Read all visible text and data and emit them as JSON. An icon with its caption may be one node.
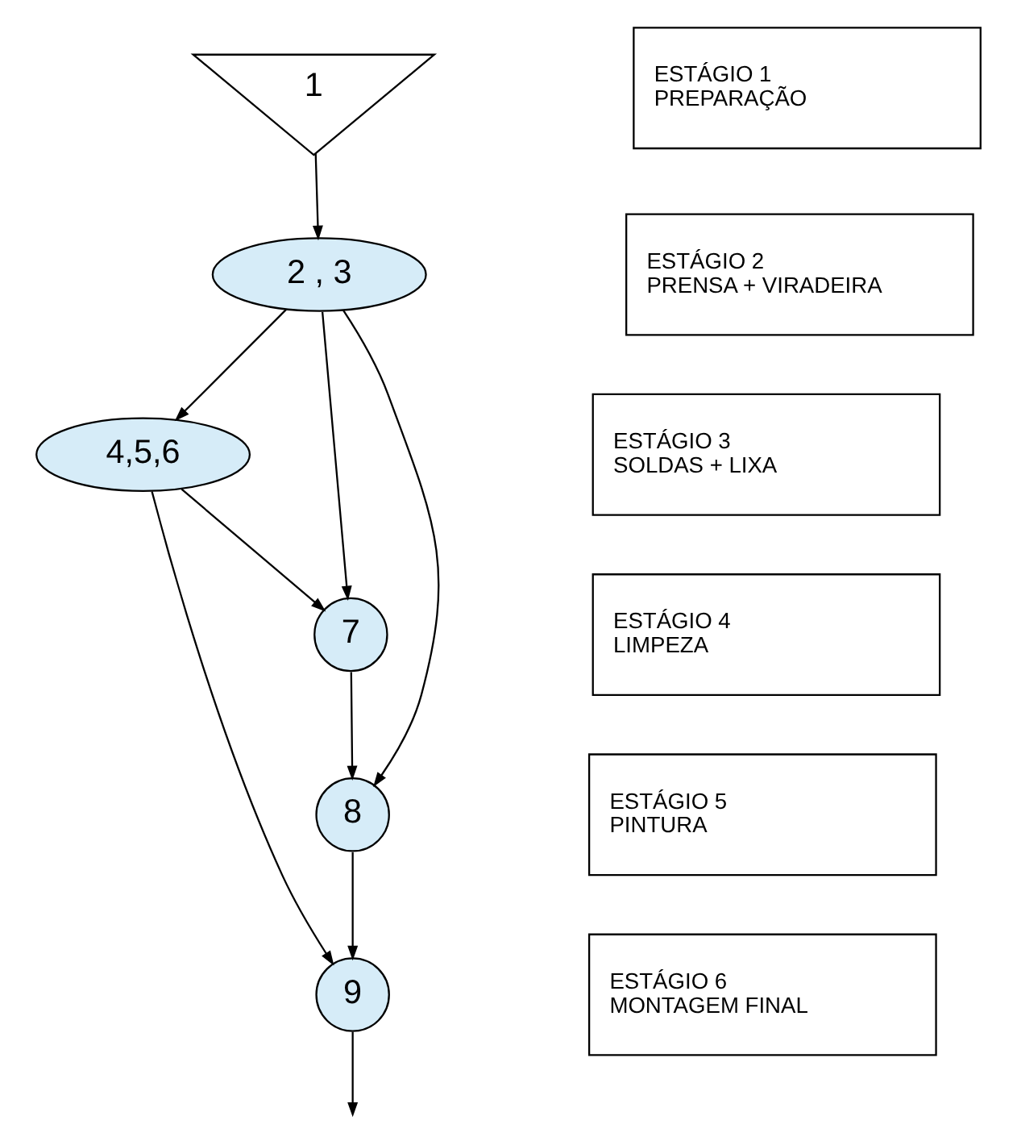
{
  "diagram": {
    "nodes": [
      {
        "text": [
          "1"
        ]
      },
      {
        "text": [
          "ESTÁGIO 1",
          "PREPARAÇÃO"
        ]
      },
      {
        "text": [
          "2 , 3"
        ]
      },
      {
        "text": [
          "ESTÁGIO 2",
          "PRENSA + VIRADEIRA"
        ]
      },
      {
        "text": [
          "4,5,6"
        ]
      },
      {
        "text": [
          "ESTÁGIO 3",
          "SOLDAS + LIXA"
        ]
      },
      {
        "text": [
          "7"
        ]
      },
      {
        "text": [
          "ESTÁGIO 4",
          "LIMPEZA"
        ]
      },
      {
        "text": [
          "8"
        ]
      },
      {
        "text": [
          "ESTÁGIO 5",
          "PINTURA"
        ]
      },
      {
        "text": [
          "9"
        ]
      },
      {
        "text": [
          "ESTÁGIO 6",
          "MONTAGEM FINAL"
        ]
      }
    ],
    "edges": [
      {
        "from": 0,
        "to": 2,
        "arrow": "to"
      },
      {
        "from": 2,
        "to": 8,
        "arrow": "to"
      },
      {
        "from": 2,
        "to": 6,
        "arrow": "to"
      },
      {
        "from": 2,
        "to": 4,
        "arrow": "to"
      },
      {
        "from": 4,
        "to": 6,
        "arrow": "to"
      },
      {
        "from": 4,
        "to": 10,
        "arrow": "to"
      },
      {
        "from": 6,
        "to": 8,
        "arrow": "to"
      },
      {
        "from": 8,
        "to": 10,
        "arrow": "to"
      },
      {
        "from": 10,
        "to": null,
        "arrow": "to"
      }
    ]
  }
}
